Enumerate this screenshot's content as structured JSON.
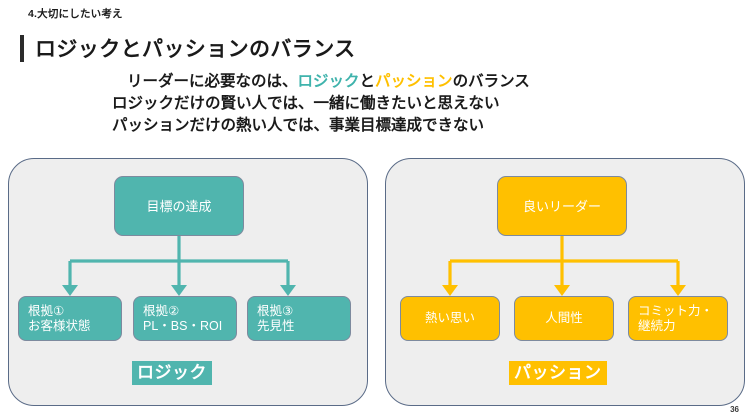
{
  "header": {
    "kicker": "4.大切にしたい考え",
    "title": "ロジックとパッションのバランス"
  },
  "lead": {
    "line1_part1": "リーダーに必要なのは、",
    "line1_logic": "ロジック",
    "line1_and": "と",
    "line1_passion": "パッション",
    "line1_part2": "のバランス",
    "line2": "ロジックだけの賢い人では、一緒に働きたいと思えない",
    "line3": "パッションだけの熱い人では、事業目標達成できない"
  },
  "panels": [
    {
      "id": "logic",
      "accent": "#50B5AE",
      "tag": "ロジック",
      "root": "目標の達成",
      "children": [
        {
          "line1": "根拠①",
          "line2": "お客様状態"
        },
        {
          "line1": "根拠②",
          "line2": "PL・BS・ROI"
        },
        {
          "line1": "根拠③",
          "line2": "先見性"
        }
      ]
    },
    {
      "id": "passion",
      "accent": "#FFC000",
      "tag": "パッション",
      "root": "良いリーダー",
      "children": [
        {
          "line1": "熱い思い",
          "line2": ""
        },
        {
          "line1": "人間性",
          "line2": ""
        },
        {
          "line1": "コミット力・継続力",
          "line2": ""
        }
      ]
    }
  ],
  "footer": {
    "page_number": "36"
  },
  "colors": {
    "teal": "#50B5AE",
    "orange": "#FFC000",
    "panel_border": "#5a6b87",
    "panel_fill": "#EEEEEE",
    "node_border": "#7d8a9e",
    "text": "#1a1a1a"
  }
}
